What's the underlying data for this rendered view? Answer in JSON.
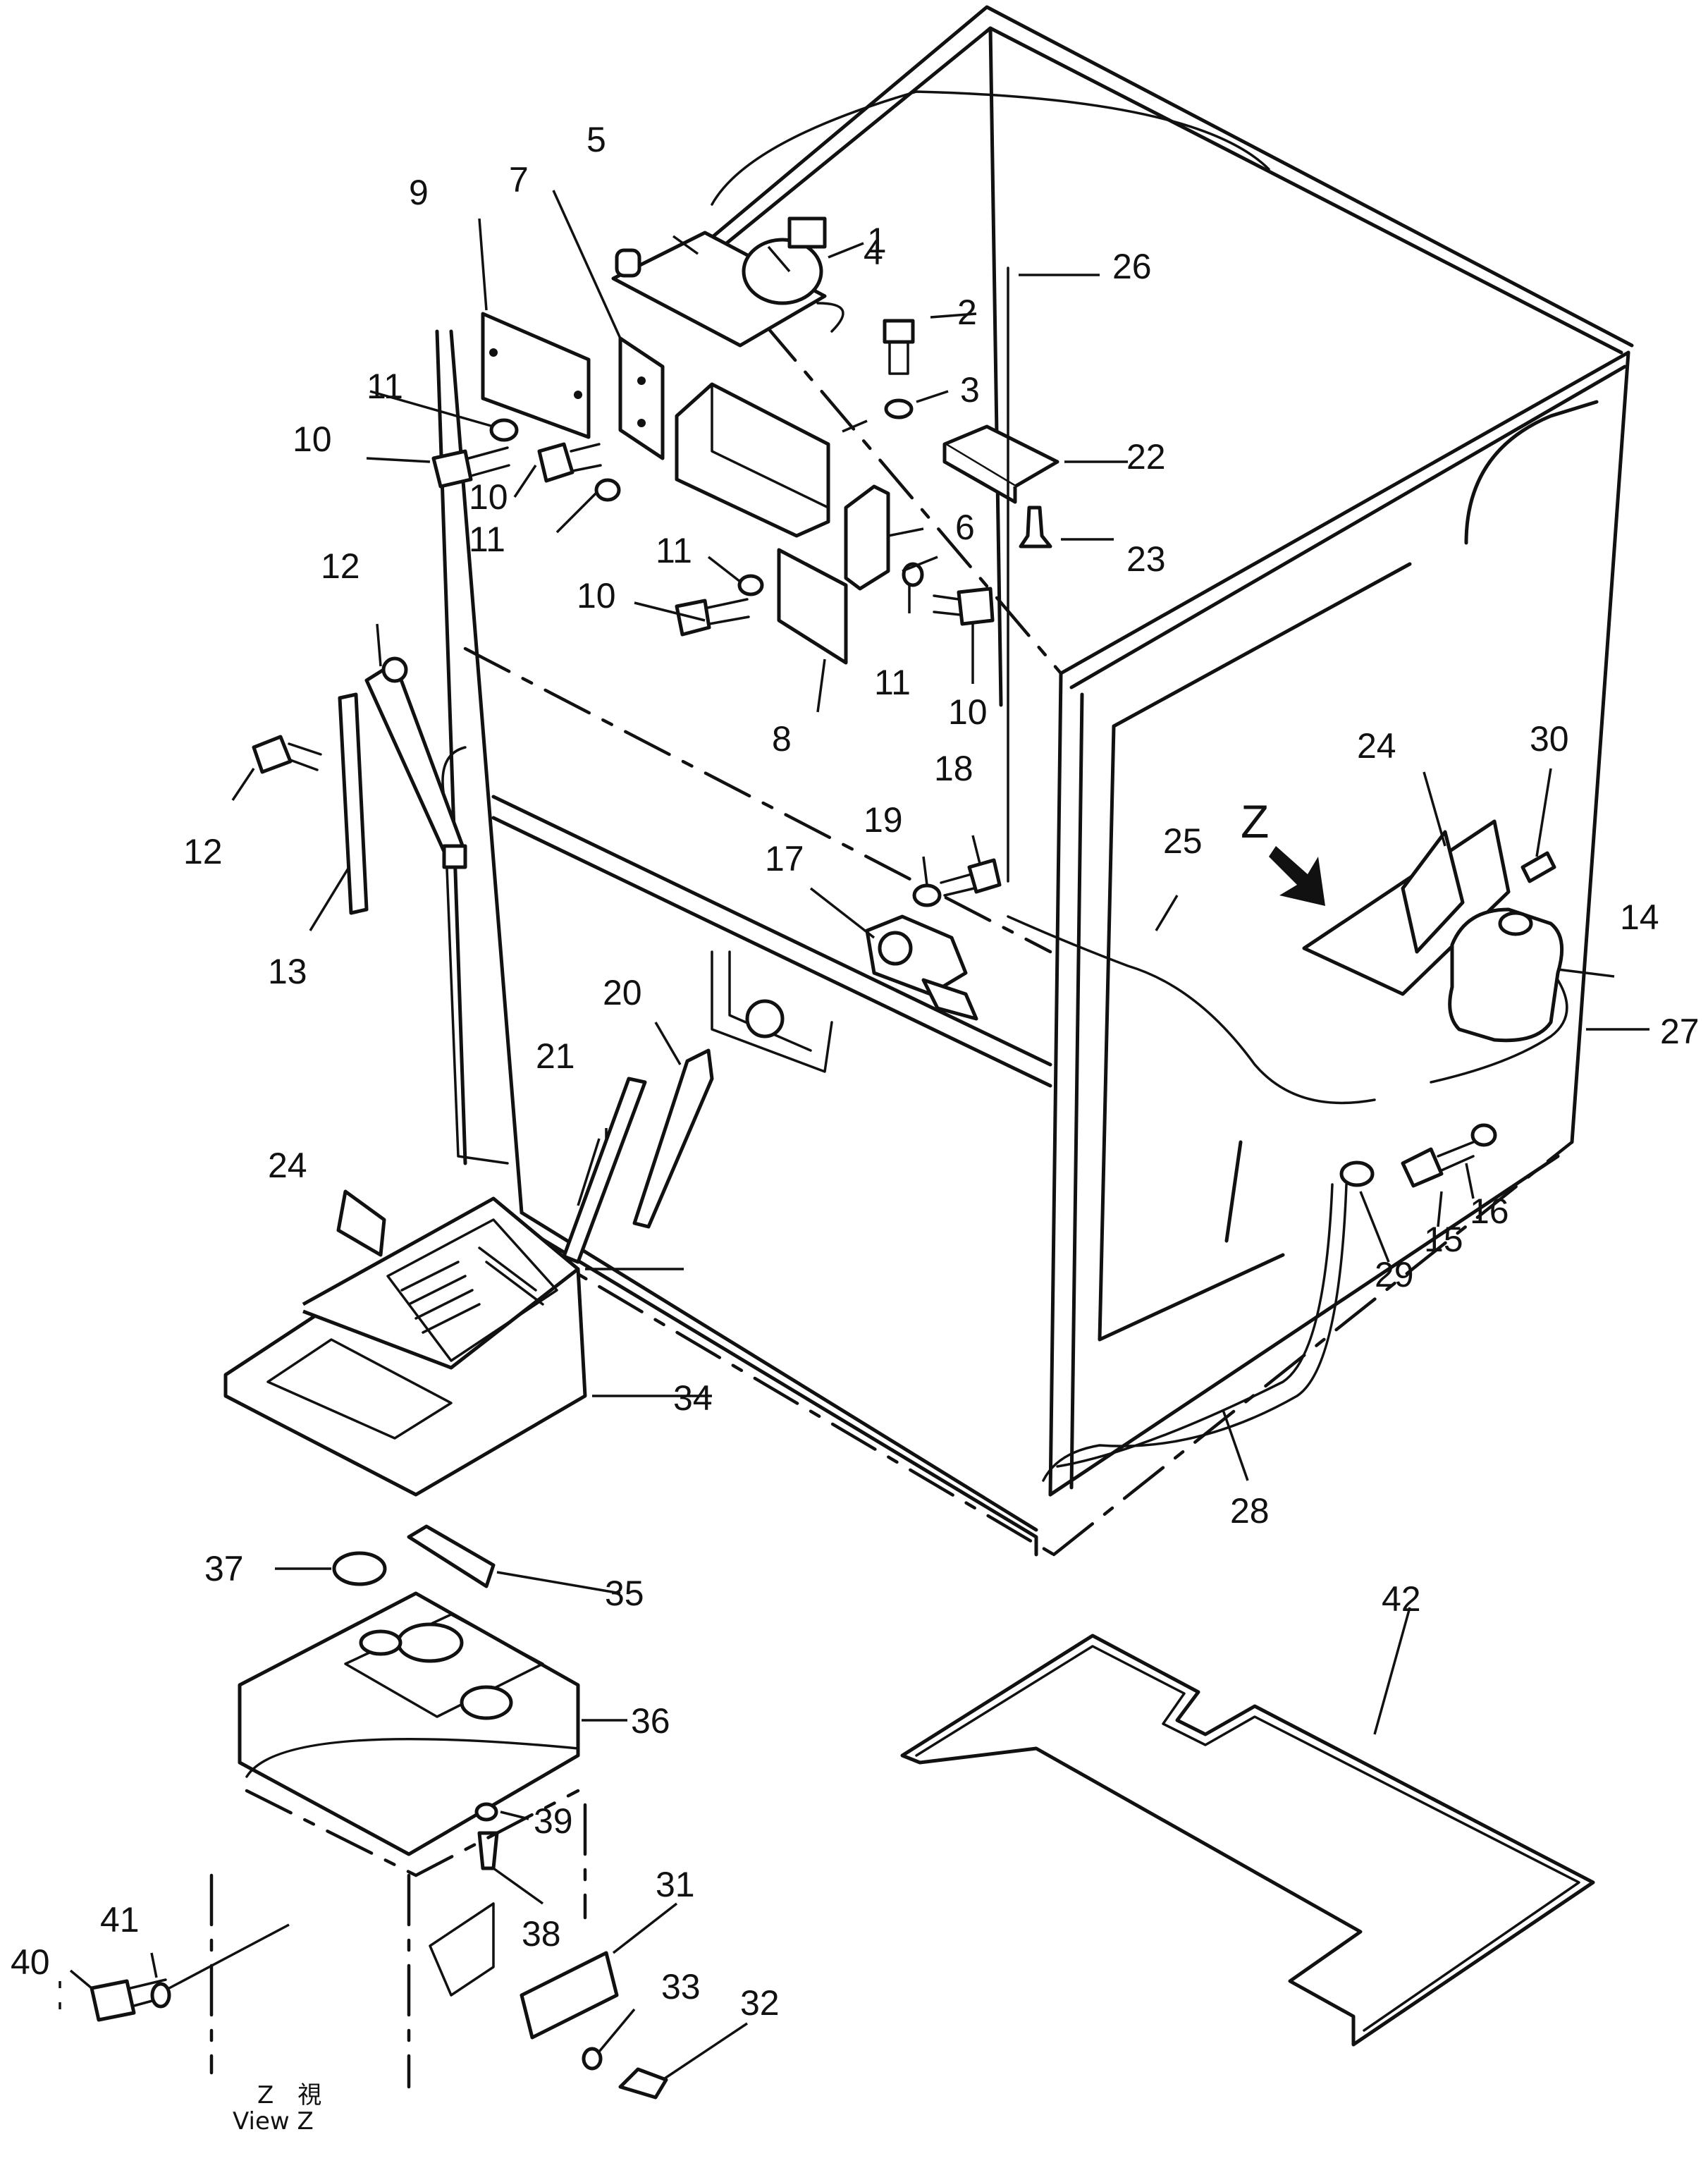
{
  "callouts": {
    "c1": "1",
    "c2": "2",
    "c3": "3",
    "c4": "4",
    "c5": "5",
    "c6": "6",
    "c7": "7",
    "c8": "8",
    "c9": "9",
    "c10a": "10",
    "c10b": "10",
    "c10c": "10",
    "c10d": "10",
    "c11a": "11",
    "c11b": "11",
    "c11c": "11",
    "c11d": "11",
    "c12a": "12",
    "c12b": "12",
    "c13": "13",
    "c14": "14",
    "c15": "15",
    "c16": "16",
    "c17": "17",
    "c18": "18",
    "c19": "19",
    "c20": "20",
    "c21": "21",
    "c22": "22",
    "c23": "23",
    "c24a": "24",
    "c24b": "24",
    "c25": "25",
    "c26": "26",
    "c27": "27",
    "c28": "28",
    "c29": "29",
    "c30": "30",
    "c31": "31",
    "c32": "32",
    "c33": "33",
    "c34": "34",
    "c35": "35",
    "c36": "36",
    "c37": "37",
    "c38": "38",
    "c39": "39",
    "c40": "40",
    "c41": "41",
    "c42": "42"
  },
  "view_marker": "Z",
  "view_caption": {
    "japanese": "Z　視",
    "english": "View Z"
  }
}
